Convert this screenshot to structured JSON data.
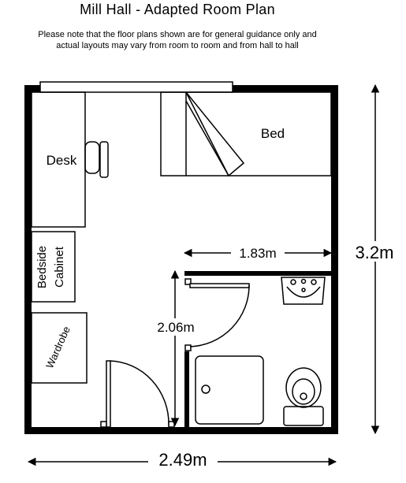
{
  "header": {
    "title": "Mill Hall - Adapted Room Plan",
    "note_line1": "Please note that the floor plans shown are for general guidance only and",
    "note_line2": "actual layouts may vary from room to room and from hall to hall"
  },
  "labels": {
    "desk": "Desk",
    "bed": "Bed",
    "bedside_line1": "Bedside",
    "bedside_line2": "Cabinet",
    "wardrobe": "Wardrobe"
  },
  "dimensions": {
    "width": "2.49m",
    "height": "3.2m",
    "bathroom_width": "1.83m",
    "bathroom_depth": "2.06m"
  }
}
